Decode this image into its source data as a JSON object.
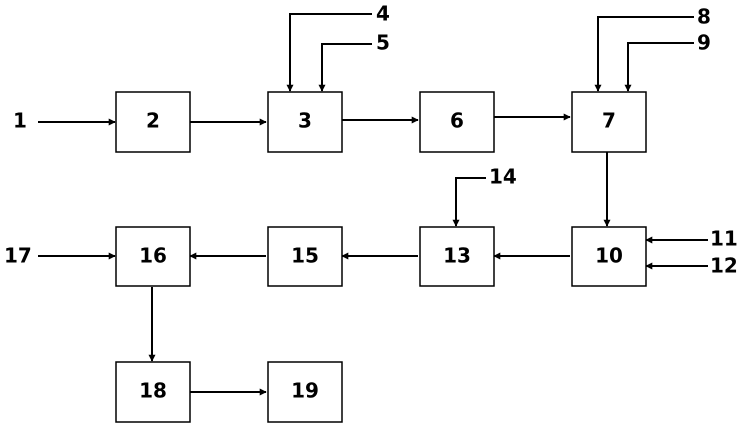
{
  "blocks": {
    "b2": "2",
    "b3": "3",
    "b6": "6",
    "b7": "7",
    "b10": "10",
    "b13": "13",
    "b15": "15",
    "b16": "16",
    "b18": "18",
    "b19": "19"
  },
  "inputs": {
    "i1": "1",
    "i4": "4",
    "i5": "5",
    "i8": "8",
    "i9": "9",
    "i11": "11",
    "i12": "12",
    "i14": "14",
    "i17": "17"
  },
  "colors": {
    "stroke": "#000000",
    "background": "#ffffff"
  }
}
